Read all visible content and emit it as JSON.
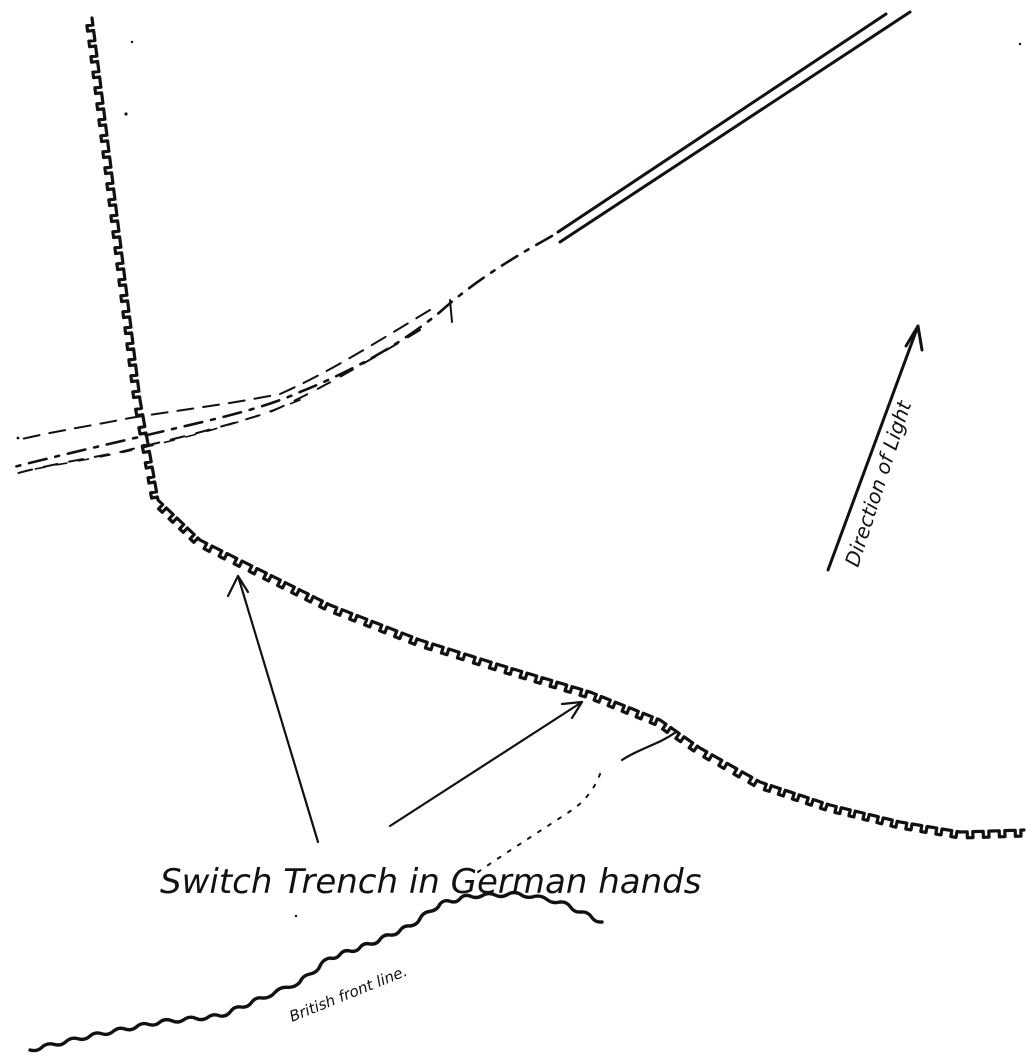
{
  "labels": {
    "switch_trench": "Switch Trench in German hands",
    "british_front": "British front line.",
    "direction_light": "Direction of Light"
  },
  "colors": {
    "ink": "#111111",
    "paper": "#ffffff"
  }
}
